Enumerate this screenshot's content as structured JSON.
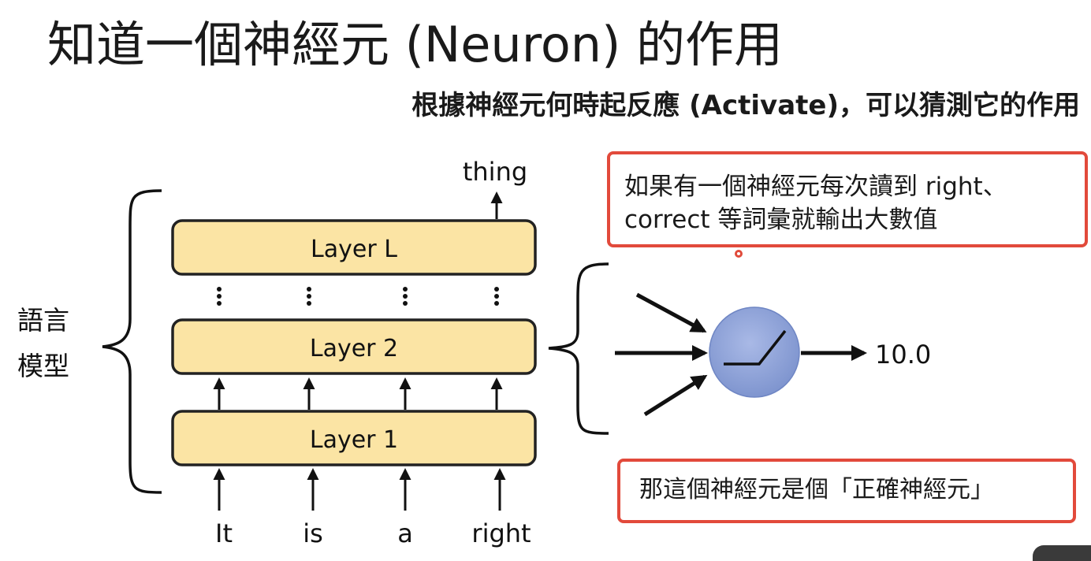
{
  "title": "知道一個神經元 (Neuron) 的作用",
  "subtitle": "根據神經元何時起反應 (Activate)，可以猜測它的作用",
  "language_model_label": [
    "語言",
    "模型"
  ],
  "layers": [
    "Layer L",
    "Layer 2",
    "Layer 1"
  ],
  "tokens": [
    "It",
    "is",
    "a",
    "right"
  ],
  "output_token": "thing",
  "neuron_output": "10.0",
  "note_top": [
    "如果有一個神經元每次讀到 right、",
    "correct 等詞彙就輸出大數值"
  ],
  "note_bottom": "那這個神經元是個「正確神經元」",
  "colors": {
    "layer_fill": "#fbe4a4",
    "neuron_fill": "#8fa3d8",
    "note_border": "#e24a3b"
  }
}
